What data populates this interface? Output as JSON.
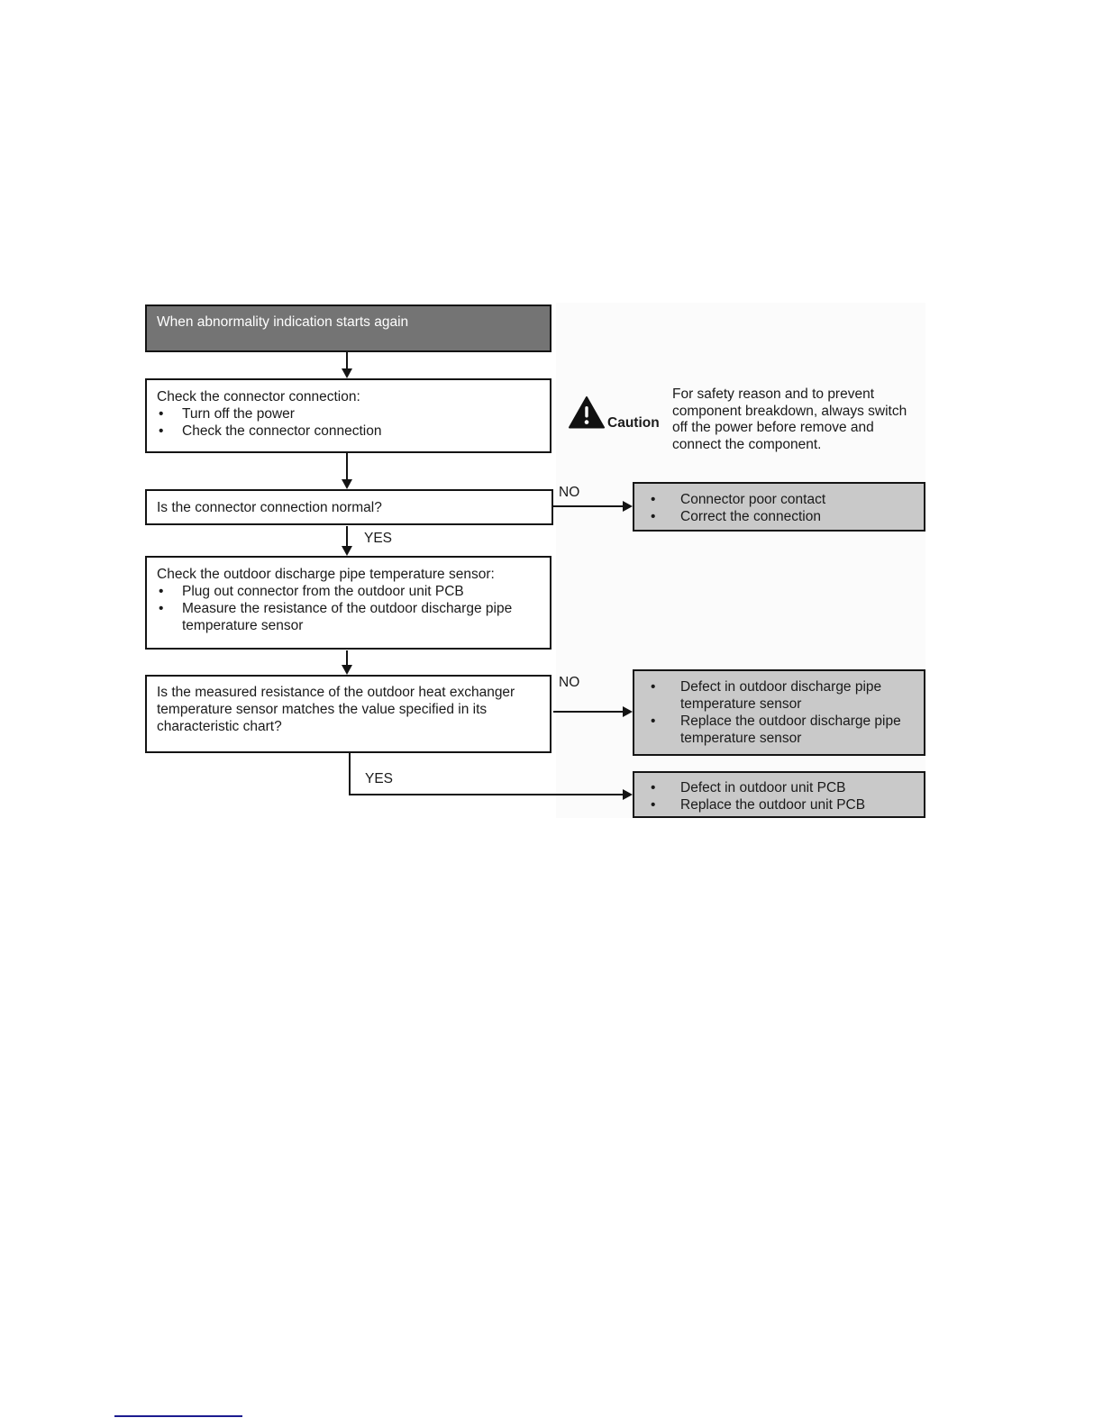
{
  "flowchart": {
    "start": {
      "text": "When abnormality indication starts again"
    },
    "step_check_connector": {
      "title": "Check the connector connection:",
      "bullets": [
        "Turn off the power",
        "Check the connector connection"
      ]
    },
    "q_connector_normal": {
      "text": "Is the connector connection normal?"
    },
    "step_check_sensor": {
      "title": "Check the outdoor discharge pipe temperature sensor:",
      "bullets": [
        "Plug out connector from the outdoor unit PCB",
        "Measure the resistance of the outdoor discharge pipe temperature sensor"
      ]
    },
    "q_resistance_match": {
      "text": "Is the measured resistance of the outdoor heat exchanger temperature sensor matches the value specified in its characteristic chart?"
    },
    "result_connector": {
      "bullets": [
        "Connector poor contact",
        "Correct the connection"
      ]
    },
    "result_sensor": {
      "bullets": [
        "Defect in outdoor discharge pipe temperature sensor",
        "Replace the outdoor discharge pipe temperature sensor"
      ]
    },
    "result_pcb": {
      "bullets": [
        "Defect in outdoor unit PCB",
        "Replace the outdoor unit PCB"
      ]
    },
    "labels": {
      "yes": "YES",
      "no": "NO"
    }
  },
  "caution": {
    "label": "Caution",
    "lines": [
      "For safety reason and to prevent",
      "component breakdown, always switch",
      "off the power before remove and",
      "connect the component."
    ]
  },
  "colors": {
    "start_box_bg": "#747474",
    "result_box_bg": "#c9c9c9",
    "border": "#141414",
    "footer_rule": "#1c1c90"
  }
}
